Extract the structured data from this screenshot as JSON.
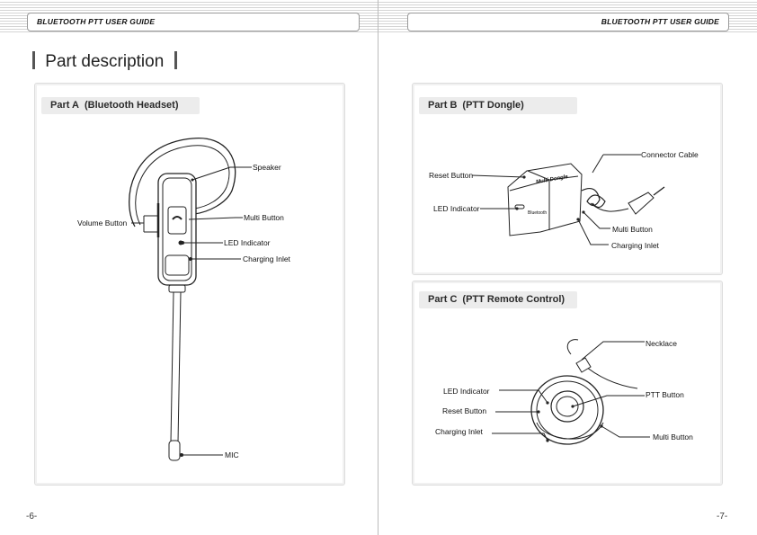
{
  "left_page": {
    "header": "BLUETOOTH PTT  USER GUIDE",
    "section_title": "Part description",
    "part_a": {
      "label": "Part A",
      "subtitle": "(Bluetooth Headset)",
      "callouts": {
        "speaker": "Speaker",
        "volume_button": "Volume Button",
        "multi_button": "Multi Button",
        "led_indicator": "LED Indicator",
        "charging_inlet": "Charging Inlet",
        "mic": "MIC"
      }
    },
    "page_number": "-6-"
  },
  "right_page": {
    "header": "BLUETOOTH PTT USER GUIDE",
    "part_b": {
      "label": "Part B",
      "subtitle": "(PTT Dongle)",
      "device_label": "Multi Dongle",
      "device_logo": "Bluetooth",
      "callouts": {
        "connector_cable": "Connector Cable",
        "reset_button": "Reset Button",
        "led_indicator": "LED Indicator",
        "multi_button": "Multi Button",
        "charging_inlet": "Charging Inlet"
      }
    },
    "part_c": {
      "label": "Part C",
      "subtitle": "(PTT Remote Control)",
      "callouts": {
        "necklace": "Necklace",
        "led_indicator": "LED Indicator",
        "ptt_button": "PTT Button",
        "reset_button": "Reset Button",
        "charging_inlet": "Charging Inlet",
        "multi_button": "Multi Button"
      }
    },
    "page_number": "-7-"
  }
}
